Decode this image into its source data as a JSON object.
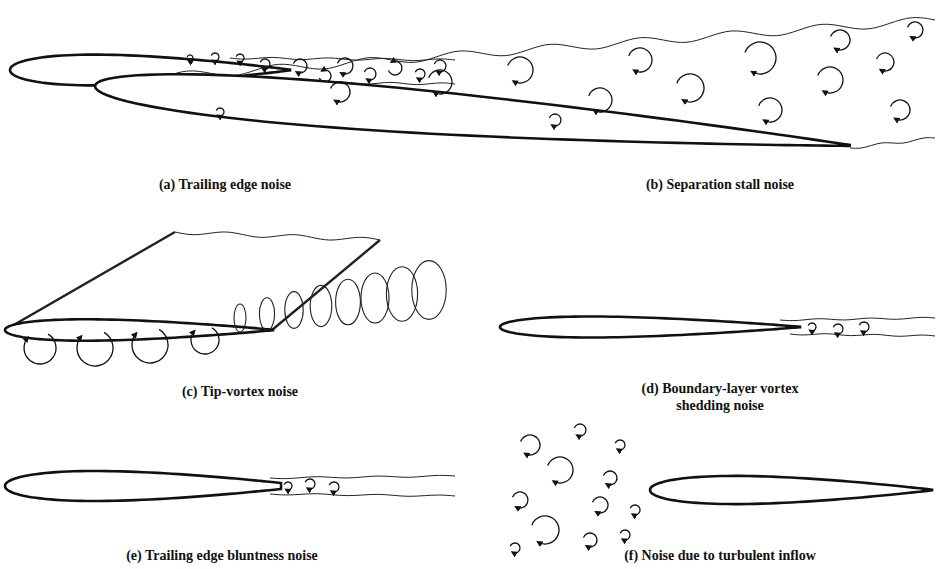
{
  "diagram": {
    "labels": [
      "(a) Trailing edge noise",
      "(b) Separation stall noise",
      "(c) Tip-vortex noise",
      "(d) Boundary-layer vortex shedding noise",
      "(e) Trailing edge bluntness noise",
      "(f) Noise due to turbulent inflow"
    ]
  }
}
